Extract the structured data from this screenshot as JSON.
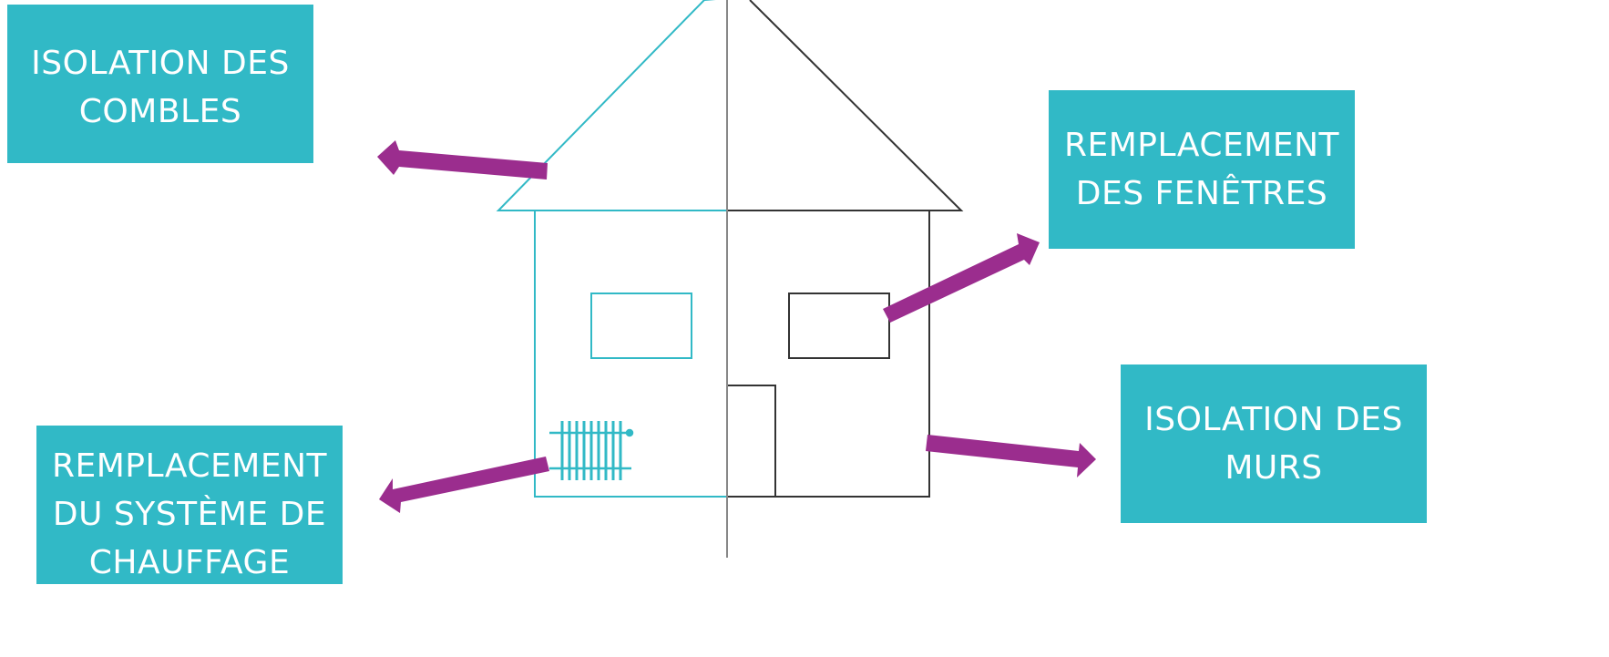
{
  "labels": {
    "combles": "ISOLATION DES\nCOMBLES",
    "fenetres": "REMPLACEMENT\nDES FENÊTRES",
    "chauffage": "REMPLACEMENT\nDU SYSTÈME DE\nCHAUFFAGE",
    "murs": "ISOLATION DES\nMURS"
  },
  "colors": {
    "box": "#31b9c6",
    "box_text": "#ffffff",
    "arrow": "#9b2d8e",
    "house_left": "#31b9c6",
    "house_right": "#333333",
    "divider": "#888888"
  },
  "icons": [
    "radiator-icon"
  ]
}
